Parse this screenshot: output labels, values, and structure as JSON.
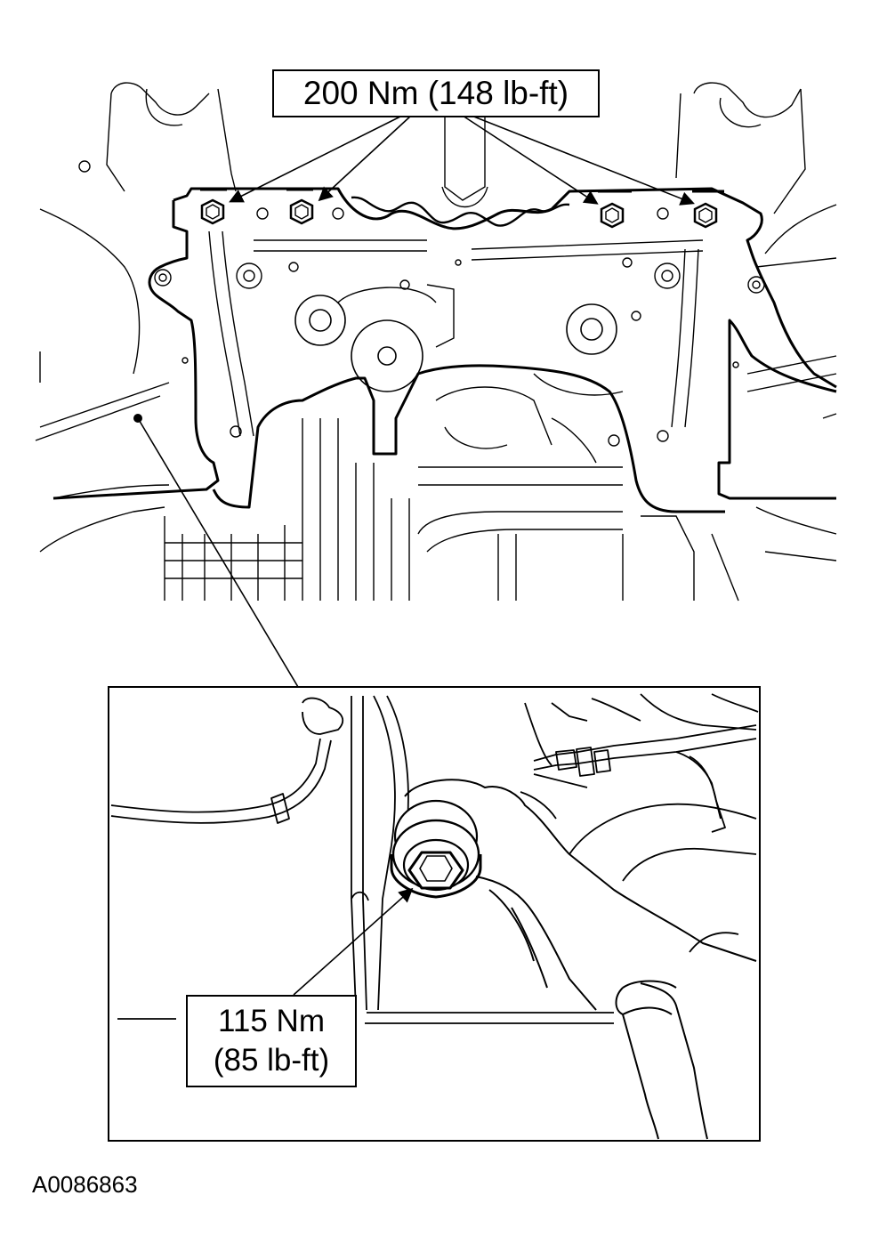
{
  "figure": {
    "id_label": "A0086863"
  },
  "callouts": {
    "subframe_bolts": "200 Nm (148 lb-ft)",
    "inset_bolt_line1": "115 Nm",
    "inset_bolt_line2": "(85 lb-ft)"
  },
  "colors": {
    "line": "#000000",
    "background": "#ffffff"
  }
}
